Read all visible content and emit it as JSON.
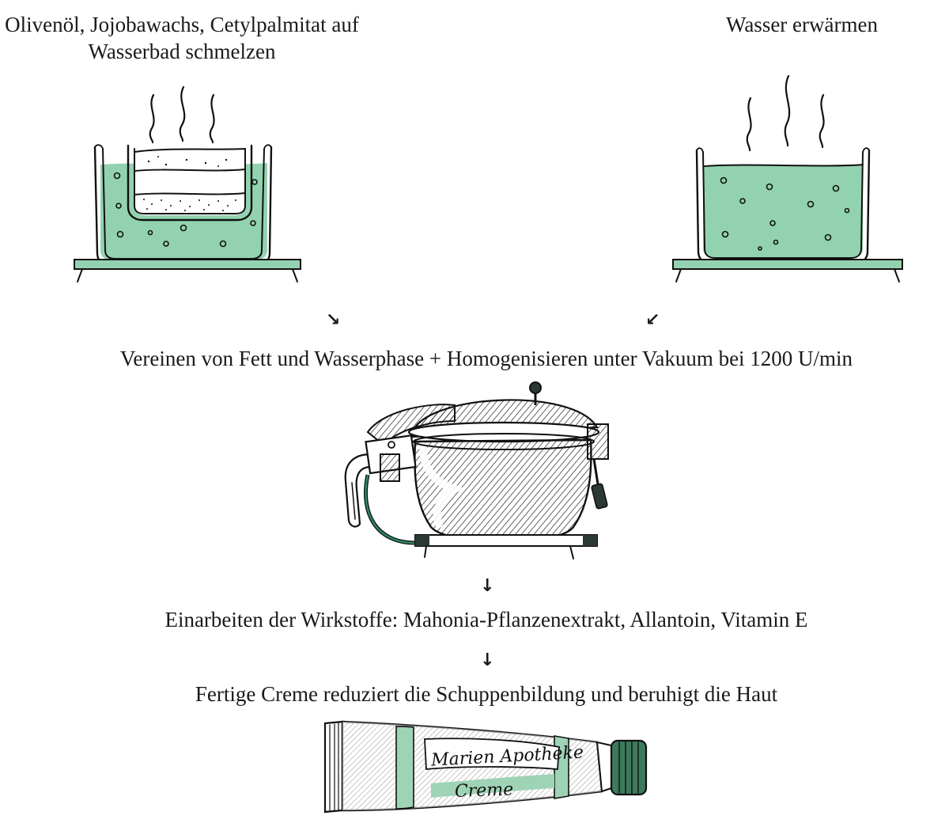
{
  "steps": {
    "fat_phase": "Olivenöl, Jojobawachs, Cetylpalmitat auf Wasserbad schmelzen",
    "water_phase": "Wasser erwärmen",
    "combine": "Vereinen von Fett und Wasserphase + Homogenisieren unter Vakuum bei 1200 U/min",
    "actives": "Einarbeiten der Wirkstoffe: Mahonia-Pflanzenextrakt, Allantoin, Vitamin E",
    "result": "Fertige Creme reduziert die Schuppenbildung und beruhigt die Haut"
  },
  "arrows": {
    "down_right": "↘",
    "down_left": "↙",
    "down": "↓"
  },
  "tube": {
    "brand": "Marien Apotheke",
    "product": "Creme"
  },
  "colors": {
    "water_green": "#93d2b0",
    "ink": "#111111",
    "tube_green": "#9fd3b5"
  },
  "icons": [
    "steam-icon",
    "water-bath-icon",
    "hotplate-icon",
    "vacuum-homogenizer-icon",
    "cream-tube-icon"
  ]
}
